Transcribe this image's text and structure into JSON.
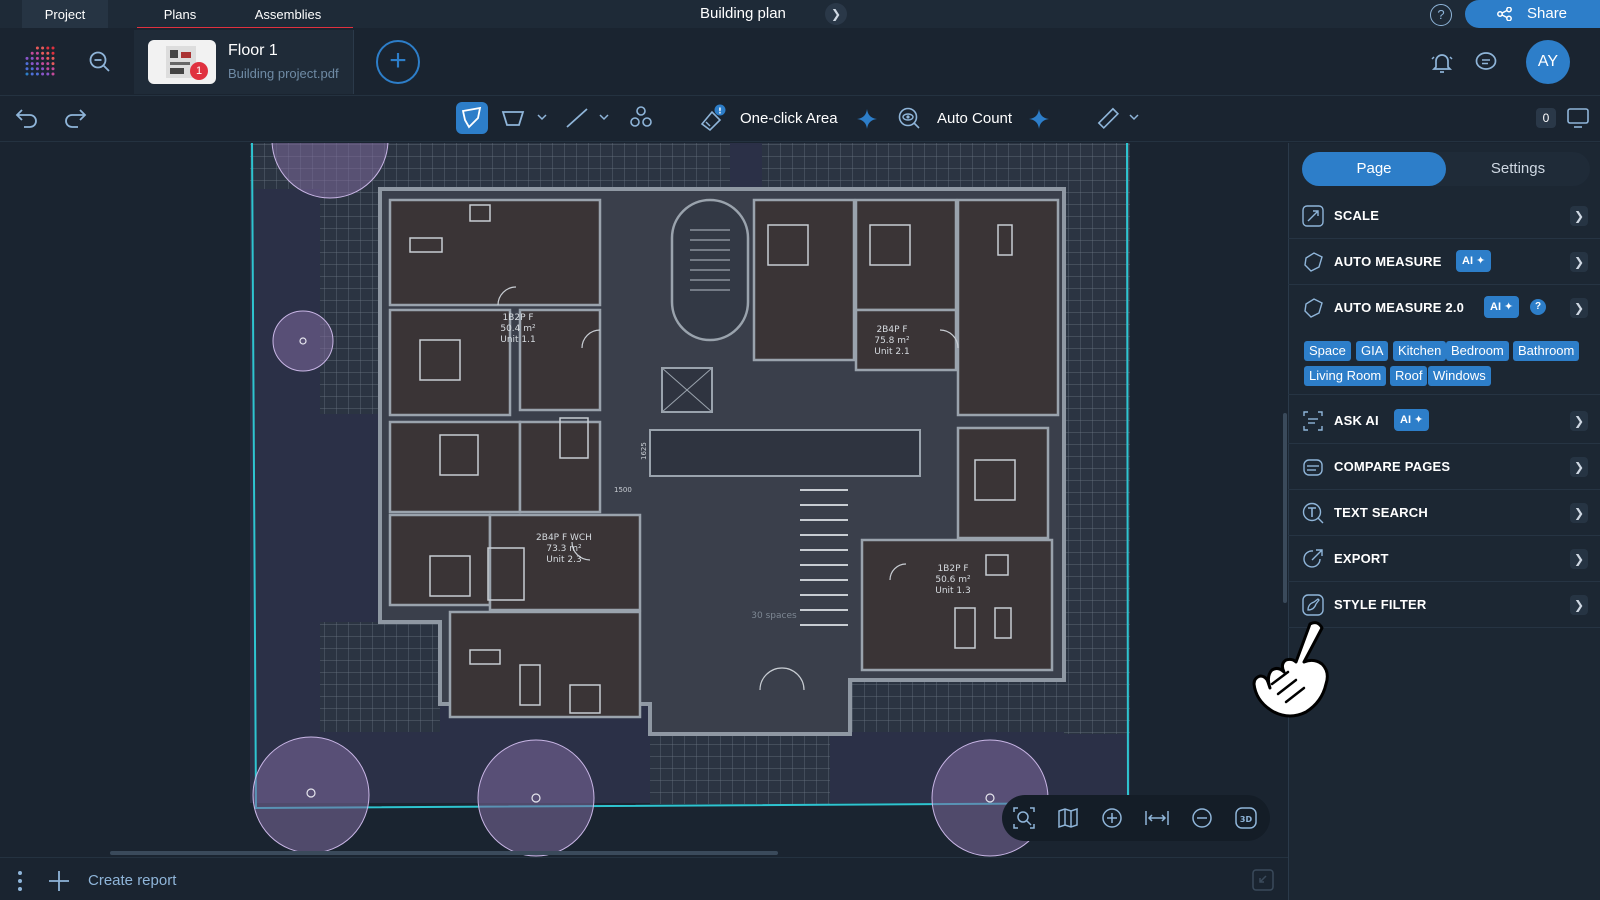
{
  "header": {
    "tabs": [
      "Project",
      "Plans",
      "Assemblies"
    ],
    "active_tab": "Plans",
    "doc_title": "Building plan",
    "share_label": "Share"
  },
  "file": {
    "floor_name": "Floor 1",
    "file_name": "Building project.pdf",
    "badge": "1"
  },
  "user": {
    "initials": "AY"
  },
  "toolbar": {
    "one_click_label": "One-click Area",
    "auto_count_label": "Auto Count",
    "count_badge": "0"
  },
  "panel": {
    "tabs": [
      "Page",
      "Settings"
    ],
    "active_tab": "Page",
    "rows": [
      {
        "label": "SCALE",
        "ai": false,
        "icon": "scale-icon"
      },
      {
        "label": "AUTO MEASURE",
        "ai": true,
        "icon": "auto-measure-icon"
      },
      {
        "label": "AUTO MEASURE 2.0",
        "ai": true,
        "help": "?",
        "icon": "auto-measure-2-icon"
      },
      {
        "label": "ASK AI",
        "ai": true,
        "icon": "ask-ai-icon"
      },
      {
        "label": "COMPARE PAGES",
        "ai": false,
        "icon": "compare-pages-icon"
      },
      {
        "label": "TEXT SEARCH",
        "ai": false,
        "icon": "text-search-icon"
      },
      {
        "label": "EXPORT",
        "ai": false,
        "icon": "export-icon"
      },
      {
        "label": "STYLE FILTER",
        "ai": false,
        "icon": "style-filter-icon"
      }
    ],
    "ai_badge": "AI",
    "chips": [
      "Space",
      "GIA",
      "Kitchen",
      "Bedroom",
      "Bathroom",
      "Living Room",
      "Roof",
      "Windows"
    ]
  },
  "plan_labels": {
    "unit_1_1": [
      "1B2P F",
      "50.4 m²",
      "Unit 1.1"
    ],
    "unit_2_1": [
      "2B4P F",
      "75.8 m²",
      "Unit 2.1"
    ],
    "unit_2_3": [
      "2B4P F WCH",
      "73.3 m²",
      "Unit 2.3"
    ],
    "unit_1_3": [
      "1B2P F",
      "50.6 m²",
      "Unit 1.3"
    ],
    "cycle_store": "30 spaces",
    "dim_1500": "1500",
    "dim_1625": "1625"
  },
  "bottom": {
    "create_report_label": "Create report"
  },
  "colors": {
    "accent": "#2d7ec9",
    "danger": "#e0313f",
    "bg": "#1a2430",
    "panel": "#1c2733",
    "plan_room": "#3a3436",
    "plan_boundary": "#2ec4d0"
  }
}
